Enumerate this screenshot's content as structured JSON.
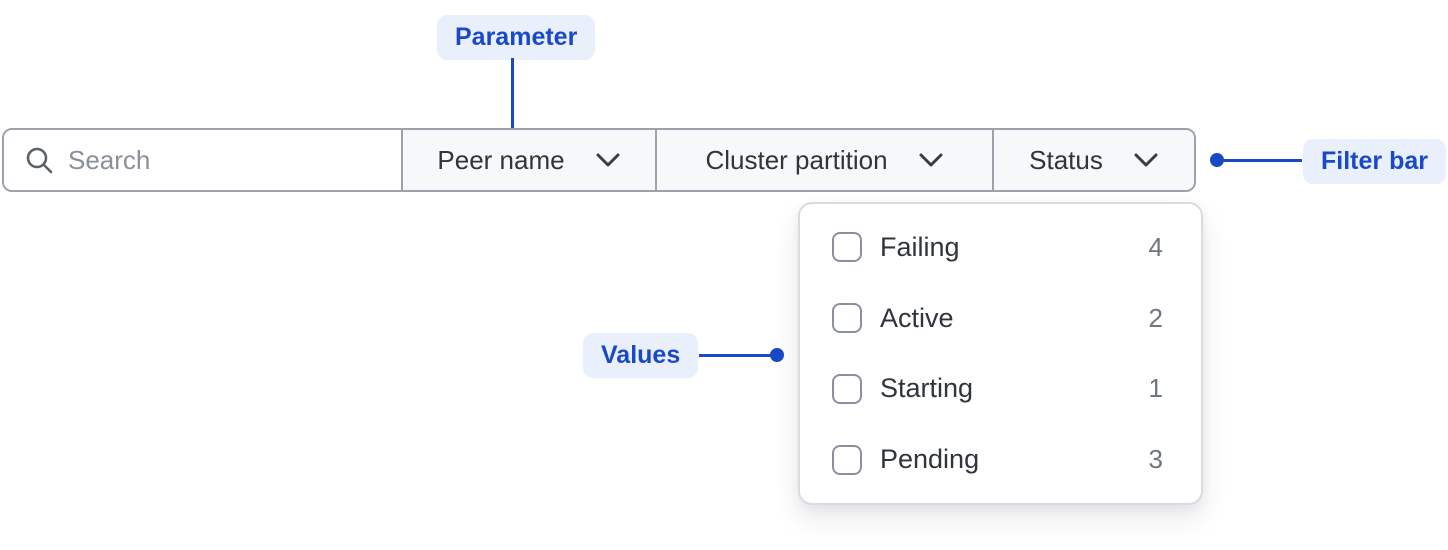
{
  "annotations": {
    "parameter": {
      "label": "Parameter"
    },
    "filter_bar": {
      "label": "Filter bar"
    },
    "values": {
      "label": "Values"
    }
  },
  "filter_bar": {
    "search": {
      "placeholder": "Search",
      "value": ""
    },
    "dropdowns": [
      {
        "label": "Peer name"
      },
      {
        "label": "Cluster partition"
      },
      {
        "label": "Status"
      }
    ]
  },
  "status_dropdown": {
    "options": [
      {
        "label": "Failing",
        "count": "4",
        "checked": false
      },
      {
        "label": "Active",
        "count": "2",
        "checked": false
      },
      {
        "label": "Starting",
        "count": "1",
        "checked": false
      },
      {
        "label": "Pending",
        "count": "3",
        "checked": false
      }
    ]
  },
  "icons": {
    "search": "search-icon",
    "chevron": "chevron-down-icon"
  },
  "colors": {
    "accent_blue": "#1A49C8",
    "annotation_bg": "#E9F0FC",
    "bar_border": "#9CA2AB",
    "section_bg": "#F7F8F9",
    "panel_border": "#D8DBDF",
    "label_color": "#30343C",
    "count_color": "#6F7680",
    "placeholder_color": "#8A9099",
    "checkbox_border": "#8A919C"
  }
}
